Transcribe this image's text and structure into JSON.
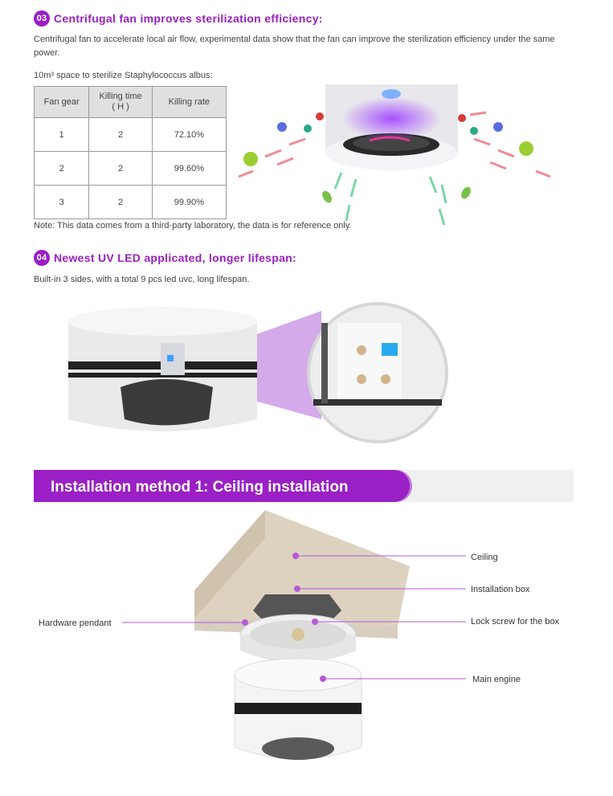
{
  "section3": {
    "badge": "03",
    "title": "Centrifugal fan improves sterilization efficiency:",
    "desc": "Centrifugal fan to accelerate local air flow, experimental data show that the fan can improve the sterilization efficiency under the same power.",
    "space_note": "10m³ space to sterilize Staphylococcus albus:",
    "table": {
      "headers": [
        "Fan gear",
        "Killing time",
        "( H )",
        "Killing rate"
      ],
      "rows": [
        [
          "1",
          "2",
          "72.10%"
        ],
        [
          "2",
          "2",
          "99.60%"
        ],
        [
          "3",
          "2",
          "99.90%"
        ]
      ]
    },
    "note": "Note: This data comes from a third-party laboratory, the data is for reference only."
  },
  "section4": {
    "badge": "04",
    "title": "Newest UV LED applicated, longer lifespan:",
    "desc": "Built-in 3 sides, with a total 9 pcs led uvc, long lifespan."
  },
  "installation": {
    "banner": "Installation method 1: Ceiling installation",
    "labels": {
      "ceiling": "Ceiling",
      "box": "Installation box",
      "pendant": "Hardware pendant",
      "screw": "Lock screw for the box",
      "engine": "Main engine"
    }
  },
  "colors": {
    "accent": "#9a1fc4",
    "callout_line": "#b45ad6"
  }
}
